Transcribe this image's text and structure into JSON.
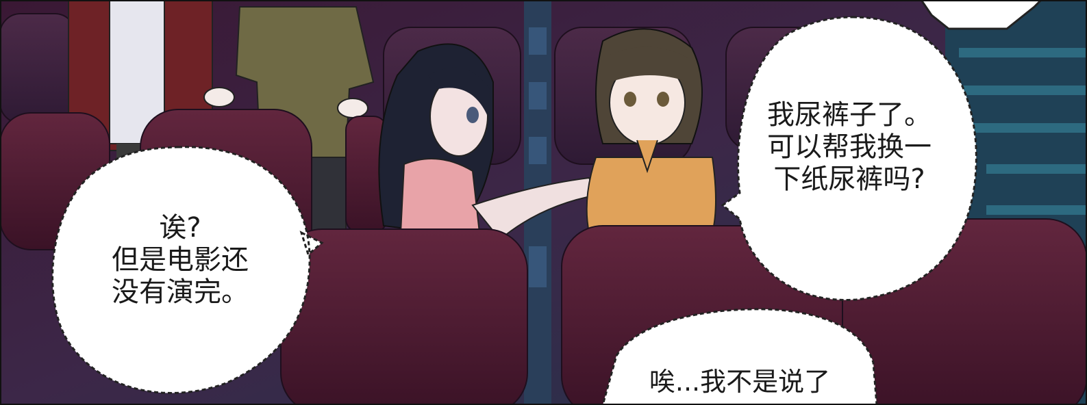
{
  "panel": {
    "setting": "cinema-theater",
    "colors": {
      "seat": "#5a2238",
      "seat_dark": "#3b1428",
      "wall": "#24324a",
      "bubble_fill": "#ffffff",
      "bubble_stroke": "#222222",
      "shirt_orange": "#e0a25a",
      "top_pink": "#e8a3a8"
    }
  },
  "bubbles": {
    "left": {
      "lines": [
        "诶?",
        "但是电影还",
        "没有演完。"
      ]
    },
    "right": {
      "lines": [
        "我尿裤子了。",
        "可以帮我换一",
        "下纸尿裤吗?"
      ]
    },
    "bottom": {
      "lines": [
        "唉...我不是说了"
      ]
    }
  }
}
